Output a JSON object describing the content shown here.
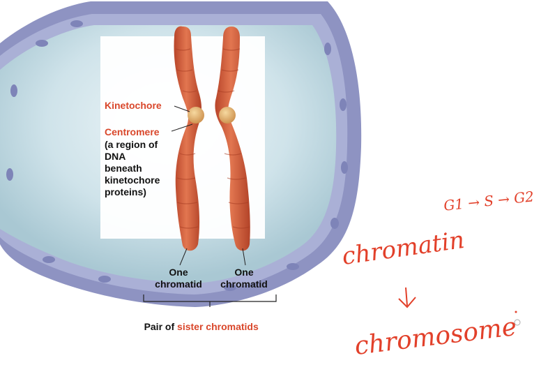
{
  "labels": {
    "kinetochore": "Kinetochore",
    "centromere": "Centromere",
    "centromere_desc_1": "(a region of",
    "centromere_desc_2": "DNA",
    "centromere_desc_3": "beneath",
    "centromere_desc_4": "kinetochore",
    "centromere_desc_5": "proteins)",
    "chromatid_left_1": "One",
    "chromatid_left_2": "chromatid",
    "chromatid_right_1": "One",
    "chromatid_right_2": "chromatid",
    "pair_prefix": "Pair of ",
    "pair_highlight": "sister chromatids"
  },
  "annotations": {
    "phases": "G1 → S → G2",
    "chromatin": "chromatin",
    "arrow": "↓",
    "chromosome": "chromosome"
  },
  "colors": {
    "label_red": "#d9472b",
    "ink_red": "#e2402a",
    "chromatid": "#d8623d",
    "centromere_ball": "#e9b874",
    "nucleus_ring": "#8f93c4",
    "nucleus_fill": "#c6dfe6"
  }
}
